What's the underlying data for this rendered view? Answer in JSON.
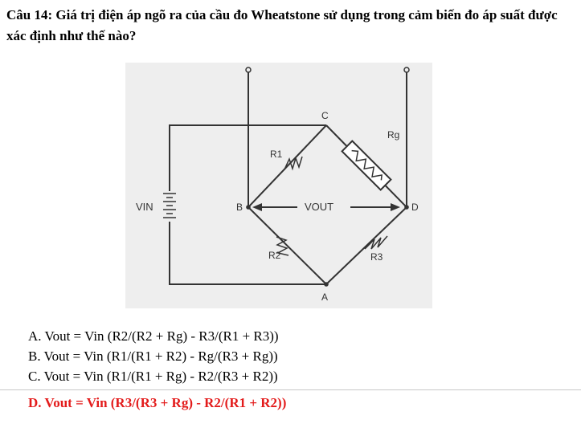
{
  "question": {
    "text": "Câu 14: Giá trị điện áp ngõ ra của cầu đo Wheatstone sử dụng trong cảm biến đo áp suất được xác định như thế nào?"
  },
  "figure": {
    "labels": {
      "vin": "VIN",
      "vout": "VOUT",
      "node_a": "A",
      "node_b": "B",
      "node_c": "C",
      "node_d": "D",
      "r1": "R1",
      "r2": "R2",
      "r3": "R3",
      "rg": "Rg"
    }
  },
  "options": [
    {
      "letter": "A.",
      "text": "Vout = Vin (R2/(R2 + Rg) - R3/(R1 + R3))"
    },
    {
      "letter": "B.",
      "text": "Vout = Vin (R1/(R1 + R2) - Rg/(R3 + Rg))"
    },
    {
      "letter": "C.",
      "text": "Vout = Vin (R1/(R1 + Rg) - R2/(R3 + R2))"
    }
  ],
  "answer": {
    "letter": "D.",
    "text": "Vout = Vin (R3/(R3 + Rg) - R2/(R1 + R2))"
  }
}
